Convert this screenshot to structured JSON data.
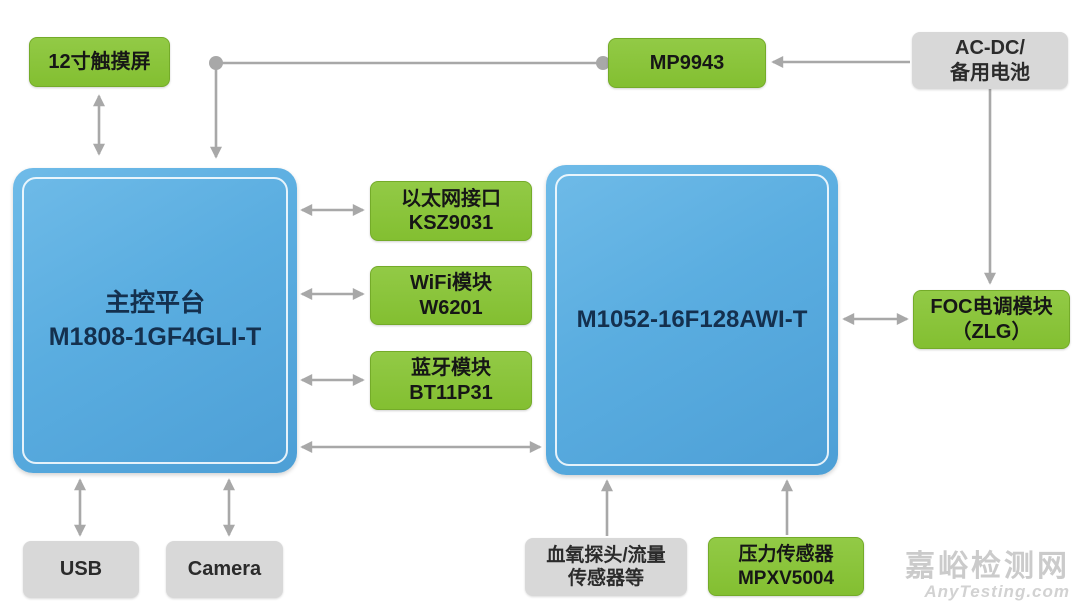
{
  "diagram": {
    "nodes": {
      "touchscreen": {
        "label": "12寸触摸屏"
      },
      "mp9943": {
        "label": "MP9943"
      },
      "acdc": {
        "line1": "AC-DC/",
        "line2": "备用电池"
      },
      "main_platform": {
        "line1": "主控平台",
        "line2": "M1808-1GF4GLI-T"
      },
      "ethernet": {
        "line1": "以太网接口",
        "line2": "KSZ9031"
      },
      "wifi": {
        "line1": "WiFi模块",
        "line2": "W6201"
      },
      "bluetooth": {
        "line1": "蓝牙模块",
        "line2": "BT11P31"
      },
      "m1052": {
        "label": "M1052-16F128AWI-T"
      },
      "foc": {
        "line1": "FOC电调模块",
        "line2": "（ZLG）"
      },
      "usb": {
        "label": "USB"
      },
      "camera": {
        "label": "Camera"
      },
      "spo2_flow": {
        "line1": "血氧探头/流量",
        "line2": "传感器等"
      },
      "pressure": {
        "line1": "压力传感器",
        "line2": "MPXV5004"
      }
    },
    "edges": [
      {
        "from": "touchscreen",
        "to": "main_platform",
        "bidirectional": true
      },
      {
        "from": "mp9943",
        "to": "main_platform",
        "bidirectional": false
      },
      {
        "from": "acdc",
        "to": "mp9943",
        "bidirectional": false
      },
      {
        "from": "acdc",
        "to": "foc",
        "bidirectional": false
      },
      {
        "from": "main_platform",
        "to": "ethernet",
        "bidirectional": true
      },
      {
        "from": "main_platform",
        "to": "wifi",
        "bidirectional": true
      },
      {
        "from": "main_platform",
        "to": "bluetooth",
        "bidirectional": true
      },
      {
        "from": "main_platform",
        "to": "m1052",
        "bidirectional": true
      },
      {
        "from": "m1052",
        "to": "foc",
        "bidirectional": true
      },
      {
        "from": "usb",
        "to": "main_platform",
        "bidirectional": true
      },
      {
        "from": "camera",
        "to": "main_platform",
        "bidirectional": true
      },
      {
        "from": "spo2_flow",
        "to": "m1052",
        "bidirectional": false
      },
      {
        "from": "pressure",
        "to": "m1052",
        "bidirectional": false
      }
    ],
    "colors": {
      "module_green": "#83bf31",
      "board_blue": "#5aade0",
      "peripheral_gray": "#d8d8d8",
      "arrow_gray": "#a8a8a8",
      "board_text": "#14304e"
    },
    "watermark": {
      "line1": "嘉峪检测网",
      "line2": "AnyTesting.com"
    }
  }
}
